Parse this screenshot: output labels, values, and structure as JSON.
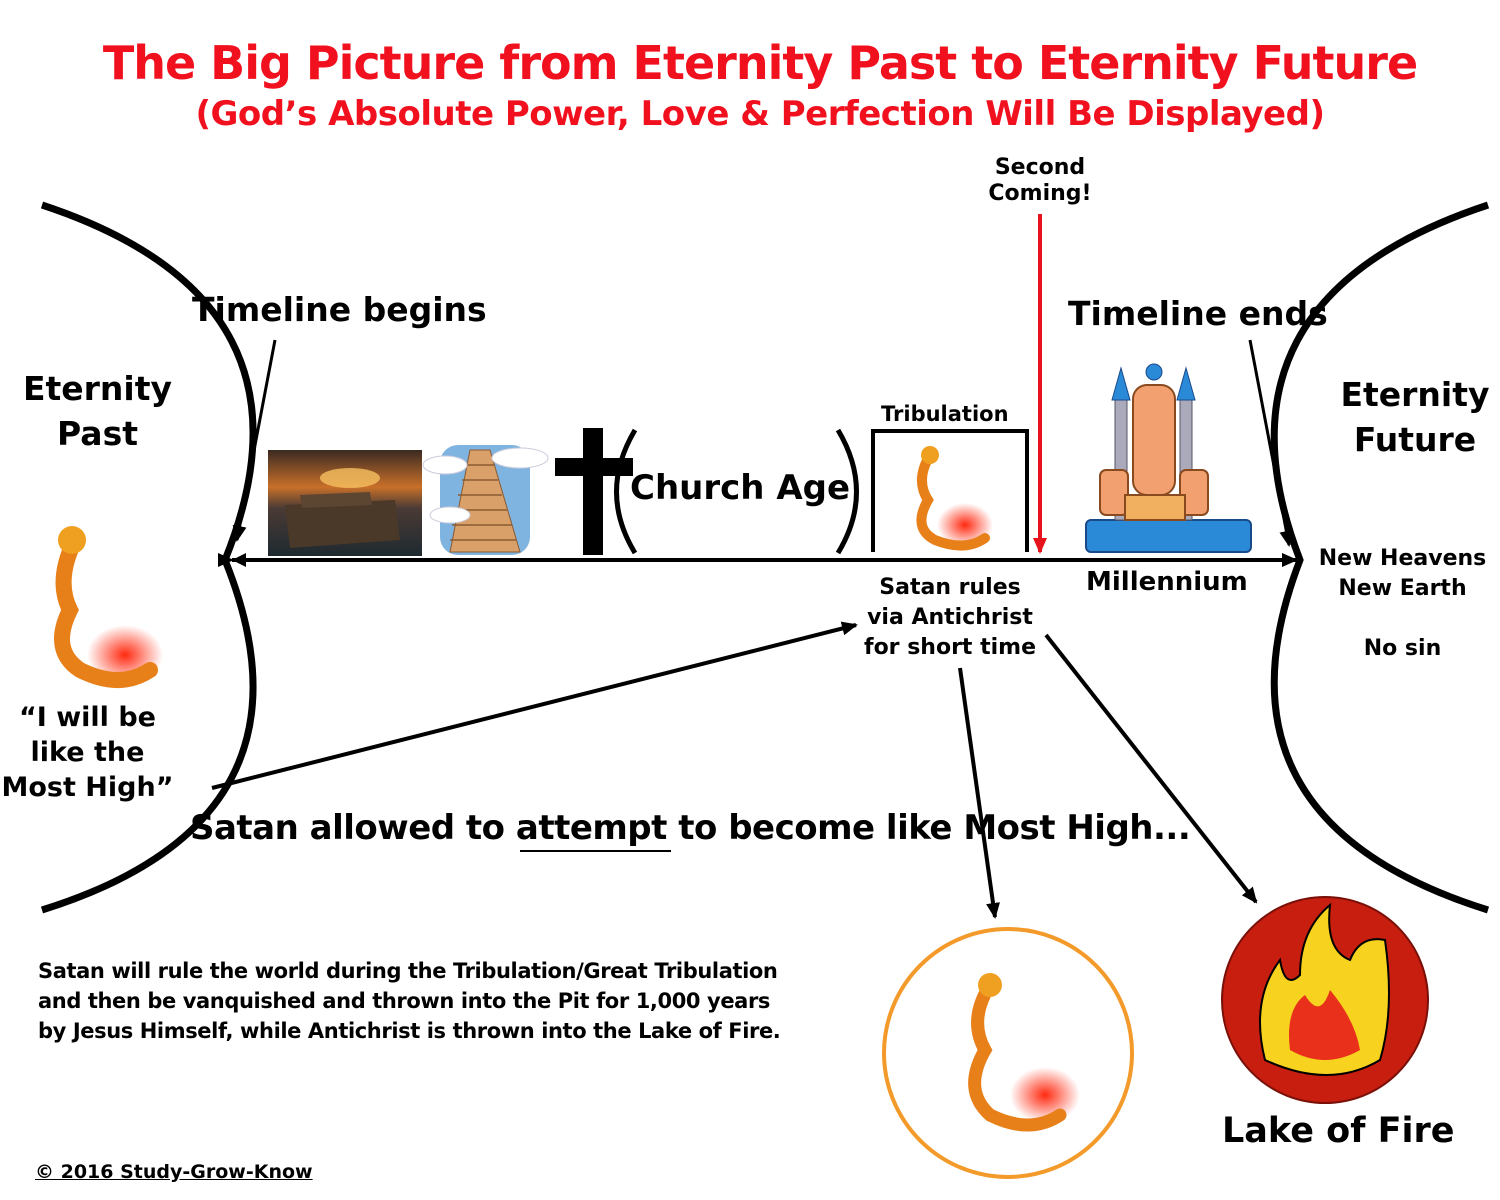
{
  "title": "The Big Picture from Eternity Past to Eternity Future",
  "subtitle": "(God’s Absolute Power, Love & Perfection Will Be Displayed)",
  "labels": {
    "second_coming_1": "Second",
    "second_coming_2": "Coming!",
    "timeline_begins": "Timeline begins",
    "timeline_ends": "Timeline ends",
    "eternity_past_1": "Eternity",
    "eternity_past_2": "Past",
    "eternity_future_1": "Eternity",
    "eternity_future_2": "Future",
    "tribulation": "Tribulation",
    "church_age": "Church Age",
    "millennium": "Millennium",
    "satan_rules_1": "Satan rules",
    "satan_rules_2": "via Antichrist",
    "satan_rules_3": "for short time",
    "new_heavens": "New Heavens",
    "new_earth": "New Earth",
    "no_sin": "No sin",
    "quote_1": "“I will be",
    "quote_2": "like the",
    "quote_3": "Most High”",
    "satan_allowed_pre": "Satan allowed to ",
    "satan_allowed_u": "attempt",
    "satan_allowed_post": " to become like Most High...",
    "lake_of_fire": "Lake of Fire",
    "para_1": "Satan will rule the world during the Tribulation/Great Tribulation",
    "para_2": "and then  be vanquished and thrown into the Pit for 1,000 years",
    "para_3": "by Jesus Himself, while Antichrist is thrown into the Lake of Fire.",
    "copyright": "© 2016 Study-Grow-Know"
  },
  "colors": {
    "title": "#f0101e",
    "second_coming_line": "#e8121c",
    "pit_ring": "#f39a2a",
    "lake": "#c81e10"
  }
}
